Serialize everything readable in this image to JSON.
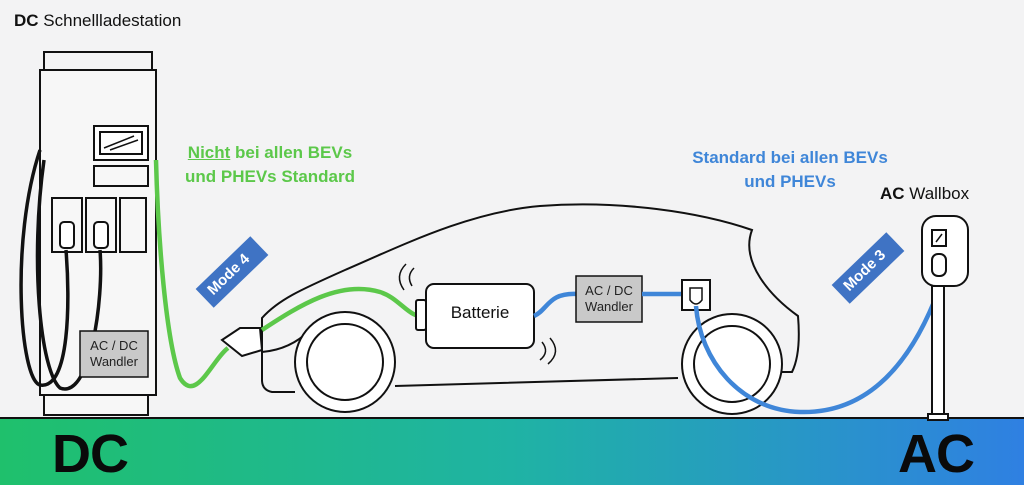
{
  "dc_station": {
    "strong": "DC",
    "label": " Schnellladestation"
  },
  "ac_wallbox": {
    "strong": "AC",
    "label": " Wallbox"
  },
  "green_note": {
    "underlined": "Nicht",
    "line1_rest": " bei allen BEVs",
    "line2": "und PHEVs Standard"
  },
  "blue_note": {
    "line1": "Standard bei allen BEVs",
    "line2": "und PHEVs"
  },
  "mode4": "Mode 4",
  "mode3": "Mode 3",
  "wandler_station": {
    "line1": "AC / DC",
    "line2": "Wandler"
  },
  "wandler_car": {
    "line1": "AC / DC",
    "line2": "Wandler"
  },
  "battery": "Batterie",
  "ground": {
    "left": "DC",
    "right": "AC"
  },
  "colors": {
    "dc_cable": "#5cc84a",
    "ac_cable": "#3f86d8",
    "mode_badge": "#3f73c4",
    "ground_left": "#1fbf6a",
    "ground_right": "#2f7fe0"
  }
}
